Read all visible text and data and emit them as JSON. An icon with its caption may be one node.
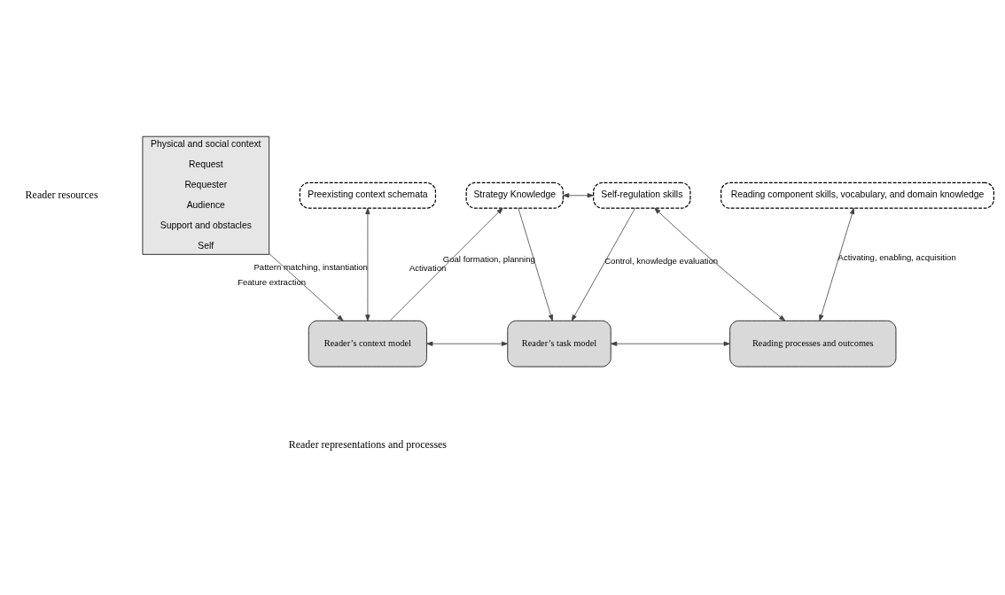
{
  "diagram": {
    "nodes": [
      {
        "text": [
          "Physical and social context",
          "Request",
          "Requester",
          "Audience",
          "Support and obstacles",
          "Self"
        ]
      },
      {
        "text": [
          "Preexisting context schemata"
        ]
      },
      {
        "text": [
          "Strategy Knowledge"
        ]
      },
      {
        "text": [
          "Self-regulation skills"
        ]
      },
      {
        "text": [
          "Reading component skills, vocabulary, and domain knowledge"
        ]
      },
      {
        "text": [
          "Reader’s context model"
        ]
      },
      {
        "text": [
          "Reader’s task model"
        ]
      },
      {
        "text": [
          "Reading processes and outcomes"
        ]
      }
    ],
    "edges": [
      {
        "from": 0,
        "to": 5,
        "arrow": "to",
        "label": "Feature extraction"
      },
      {
        "from": 1,
        "to": 5,
        "arrow": "both",
        "label": "Pattern matching, instantiation"
      },
      {
        "from": 5,
        "to": 2,
        "arrow": "to",
        "label": "Activation"
      },
      {
        "from": 2,
        "to": 6,
        "arrow": "to",
        "label": "Goal formation, planning"
      },
      {
        "from": 3,
        "to": 6,
        "arrow": "to"
      },
      {
        "from": 2,
        "to": 3,
        "arrow": "both"
      },
      {
        "from": 3,
        "to": 7,
        "arrow": "both",
        "label": "Control, knowledge evaluation"
      },
      {
        "from": 4,
        "to": 7,
        "arrow": "both",
        "label": "Activating, enabling, acquisition"
      },
      {
        "from": 5,
        "to": 6,
        "arrow": "both"
      },
      {
        "from": 6,
        "to": 7,
        "arrow": "both"
      }
    ],
    "labels": [
      "Reader resources",
      "Reader representations and processes"
    ]
  }
}
